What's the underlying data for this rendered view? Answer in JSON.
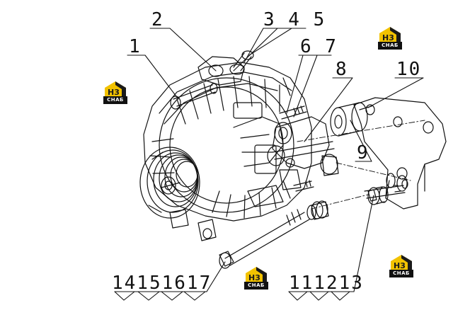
{
  "diagram": {
    "callouts": {
      "c1": "1",
      "c2": "2",
      "c345": "3 4 5",
      "c67": "6 7",
      "c8": "8",
      "c9": "9",
      "c10": "10",
      "c14151617": "14151617",
      "c111213": "111213"
    },
    "watermark": {
      "mark": "H3",
      "caption": "СНАБ"
    },
    "colors": {
      "line": "#111111",
      "watermark_yellow": "#f2c200",
      "watermark_dark": "#1a1a1a"
    }
  }
}
